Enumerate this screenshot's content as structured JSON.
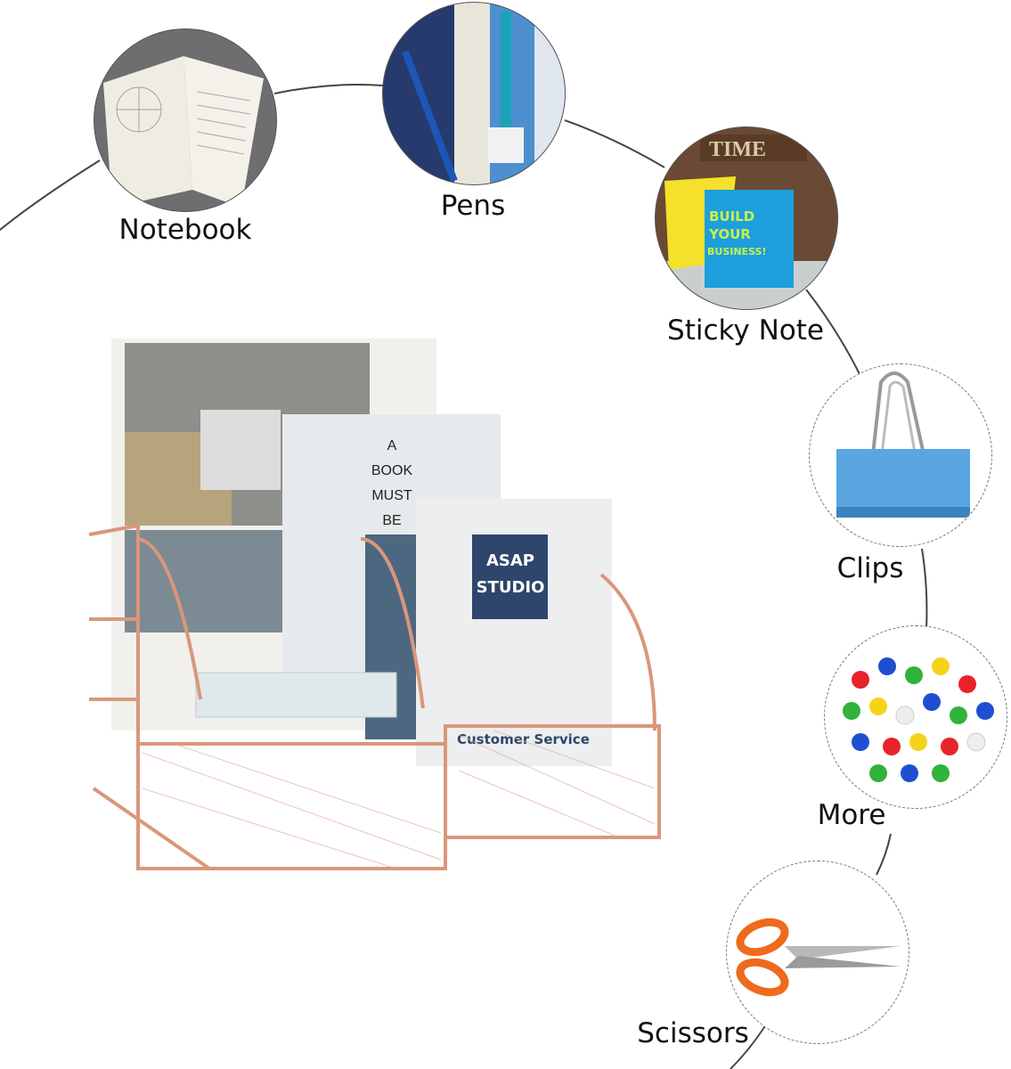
{
  "items": [
    {
      "label": "Notebook",
      "icon": "notebook-icon"
    },
    {
      "label": "Pens",
      "icon": "pen-icon"
    },
    {
      "label": "Sticky Note",
      "icon": "sticky-note-icon"
    },
    {
      "label": "Clips",
      "icon": "binder-clip-icon"
    },
    {
      "label": "More",
      "icon": "push-pins-icon"
    },
    {
      "label": "Scissors",
      "icon": "scissors-icon"
    }
  ],
  "product": {
    "sticky_text": "BUILD YOUR BUSINESS!",
    "sign_text": "TIME",
    "book_text": [
      "A",
      "BOOK",
      "MUST",
      "BE"
    ],
    "card_text": [
      "ASAP",
      "STUDIO"
    ],
    "card_footer": "Customer Service"
  },
  "colors": {
    "rose_gold": "#d9977a",
    "arc": "#444444"
  }
}
